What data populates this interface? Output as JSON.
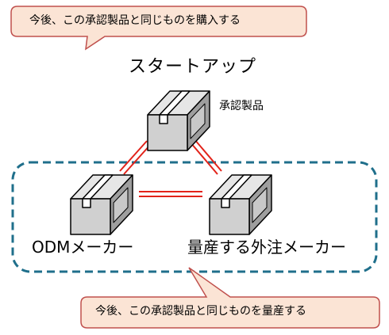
{
  "callout_top": {
    "text": "今後、この承認製品と同じものを購入する"
  },
  "startup_label": "スタートアップ",
  "approved_product_label": "承認製品",
  "odm_label": "ODMメーカー",
  "outsourced_label": "量産する外注メーカー",
  "callout_bottom": {
    "text": "今後、この承認製品と同じものを量産する"
  },
  "colors": {
    "callout_fill": "#fbe4d5",
    "callout_stroke": "#c0504d",
    "box_face": "#d0d0d0",
    "box_top": "#e6e6e6",
    "box_side": "#9e9e9e",
    "link_red": "#e2231a",
    "group_border": "#1f6f8b"
  }
}
